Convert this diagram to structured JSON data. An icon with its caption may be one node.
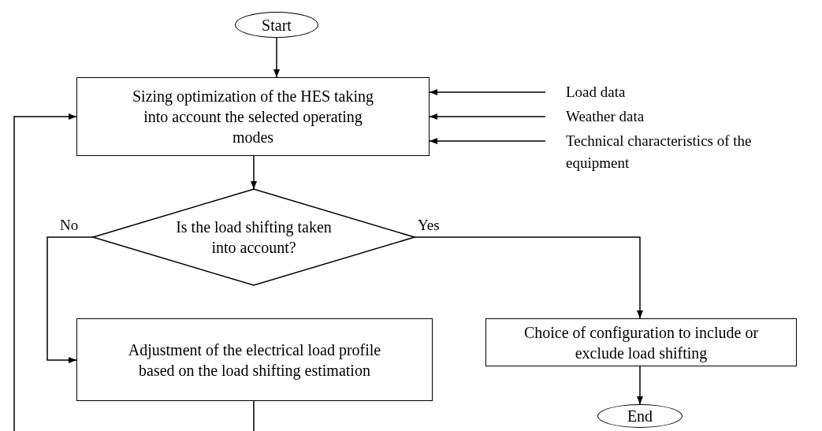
{
  "diagram": {
    "nodes": [
      {
        "text": [
          "Start"
        ]
      },
      {
        "text": [
          "Sizing optimization of the HES taking into account the selected operating modes"
        ]
      },
      {
        "text": [
          "Load data"
        ]
      },
      {
        "text": [
          "Weather data"
        ]
      },
      {
        "text": [
          "Technical characteristics of the equipment"
        ]
      },
      {
        "text": [
          "Is the load shifting taken into account?"
        ]
      },
      {
        "text": [
          "Choice of configuration to include or exclude load shifting"
        ]
      },
      {
        "text": [
          "Adjustment of the electrical load profile based on the load shifting estimation"
        ]
      },
      {
        "text": [
          "End"
        ]
      }
    ],
    "edges": [
      {
        "from": 0,
        "to": 1,
        "arrow": "to"
      },
      {
        "from": 2,
        "to": 1,
        "arrow": "to"
      },
      {
        "from": 3,
        "to": 1,
        "arrow": "to"
      },
      {
        "from": 4,
        "to": 1,
        "arrow": "to"
      },
      {
        "from": 1,
        "to": 5,
        "arrow": "to"
      },
      {
        "from": 5,
        "to": 6,
        "arrow": "to",
        "label": "Yes"
      },
      {
        "from": 5,
        "to": 7,
        "arrow": "to",
        "label": "No"
      },
      {
        "from": 6,
        "to": 8,
        "arrow": "to"
      },
      {
        "from": 7,
        "to": 1,
        "arrow": "to"
      }
    ]
  }
}
